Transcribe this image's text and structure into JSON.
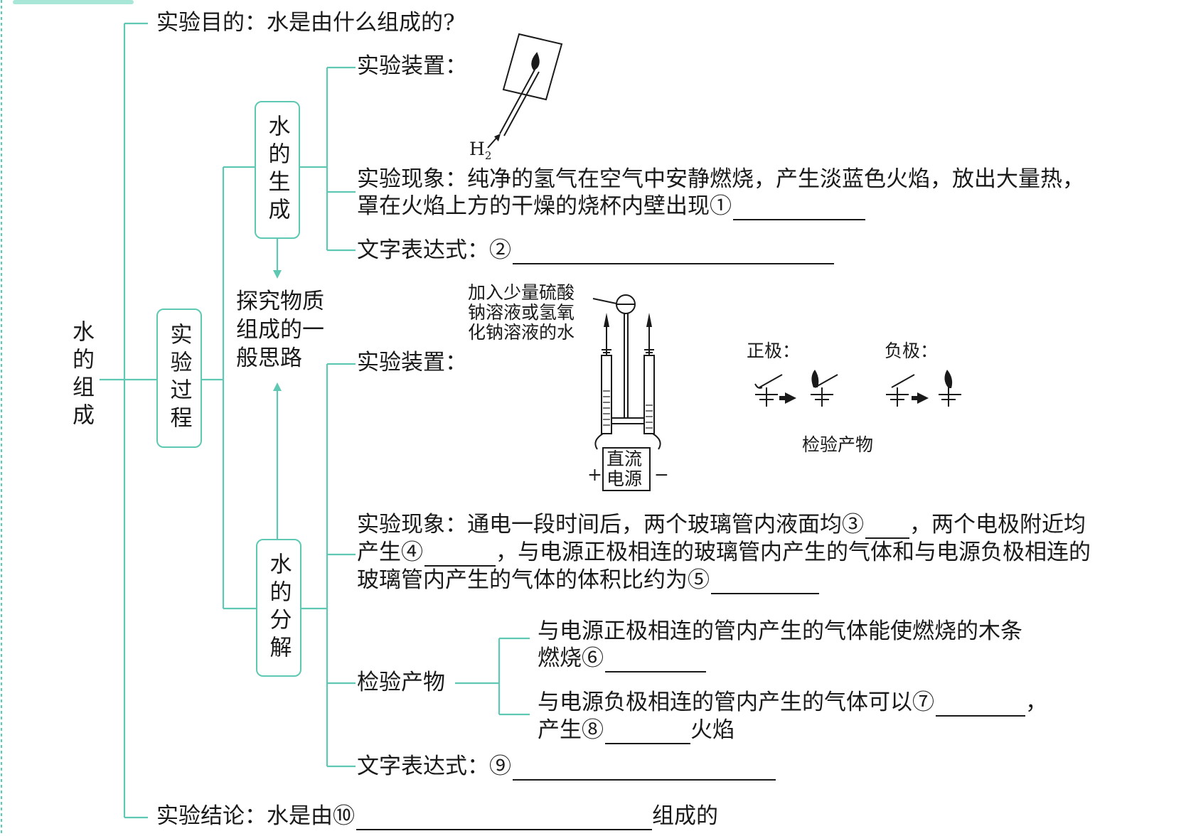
{
  "root_label": "水的组成",
  "purpose": "实验目的：水是由什么组成的?",
  "process_label": "实验过程",
  "general_idea": [
    "探究物质",
    "组成的一",
    "般思路"
  ],
  "formation": {
    "label": "水的生成",
    "apparatus": "实验装置：",
    "h2_label": "H",
    "h2_sub": "2",
    "phenomenon_line1": "实验现象：纯净的氢气在空气中安静燃烧，产生淡蓝色火焰，放出大量热，",
    "phenomenon_line2": "罩在火焰上方的干燥的烧杯内壁出现①",
    "expression": "文字表达式：②"
  },
  "decomposition": {
    "label": "水的分解",
    "apparatus": "实验装置：",
    "solution_note": [
      "加入少量硫酸",
      "钠溶液或氢氧",
      "化钠溶液的水"
    ],
    "power_label": [
      "直流",
      "电源"
    ],
    "plus": "+",
    "minus": "−",
    "positive": "正极：",
    "negative": "负极：",
    "test_caption": "检验产物",
    "phenomenon_line1_a": "实验现象：通电一段时间后，两个玻璃管内液面均③",
    "phenomenon_line1_b": "，两个电极附近均",
    "phenomenon_line2_a": "产生④",
    "phenomenon_line2_b": "，与电源正极相连的玻璃管内产生的气体和与电源负极相连的",
    "phenomenon_line3": "玻璃管内产生的气体的体积比约为⑤",
    "test_label": "检验产物",
    "test_pos_line1": "与电源正极相连的管内产生的气体能使燃烧的木条",
    "test_pos_line2": "燃烧⑥",
    "test_neg_line1_a": "与电源负极相连的管内产生的气体可以⑦",
    "test_neg_line1_b": "，",
    "test_neg_line2_a": "产生⑧",
    "test_neg_line2_b": "火焰",
    "expression": "文字表达式：⑨"
  },
  "conclusion_a": "实验结论：水是由⑩",
  "conclusion_b": "组成的",
  "colors": {
    "connector": "#5ec8b3",
    "text": "#1a1a1a"
  }
}
